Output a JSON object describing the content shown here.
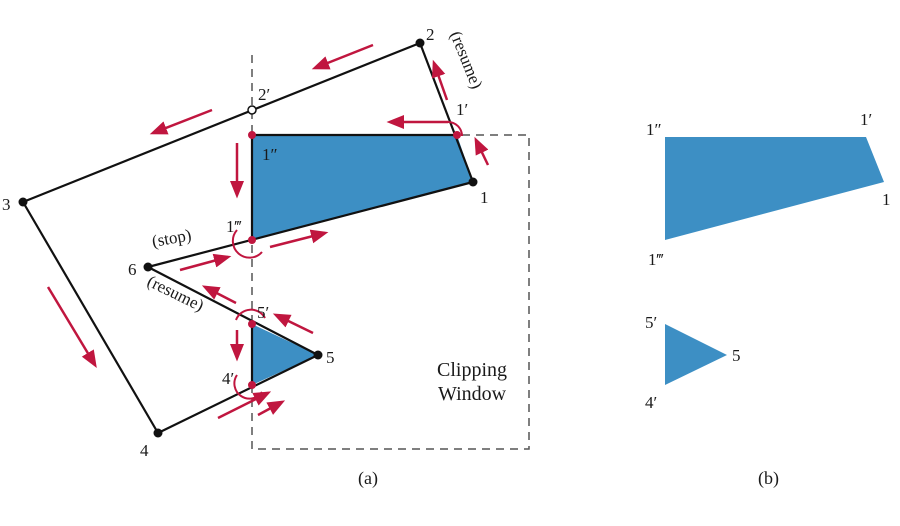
{
  "colors": {
    "fill": "#3d8fc4",
    "arrow": "#c0163f",
    "edge": "#111111",
    "window": "#555555"
  },
  "labels": {
    "v1": "1",
    "v2": "2",
    "v3": "3",
    "v4": "4",
    "v5": "5",
    "v6": "6",
    "v1p": "1′",
    "v1pp": "1″",
    "v1ppp": "1‴",
    "v2p": "2′",
    "v4p": "4′",
    "v5p": "5′",
    "resume_top": "(resume)",
    "resume_mid": "(resume)",
    "stop": "(stop)",
    "window_line1": "Clipping",
    "window_line2": "Window"
  },
  "result_labels": {
    "v1pp": "1″",
    "v1p": "1′",
    "v1": "1",
    "v1ppp": "1‴",
    "v5p": "5′",
    "v5": "5",
    "v4p": "4′"
  },
  "captions": {
    "a": "(a)",
    "b": "(b)"
  }
}
